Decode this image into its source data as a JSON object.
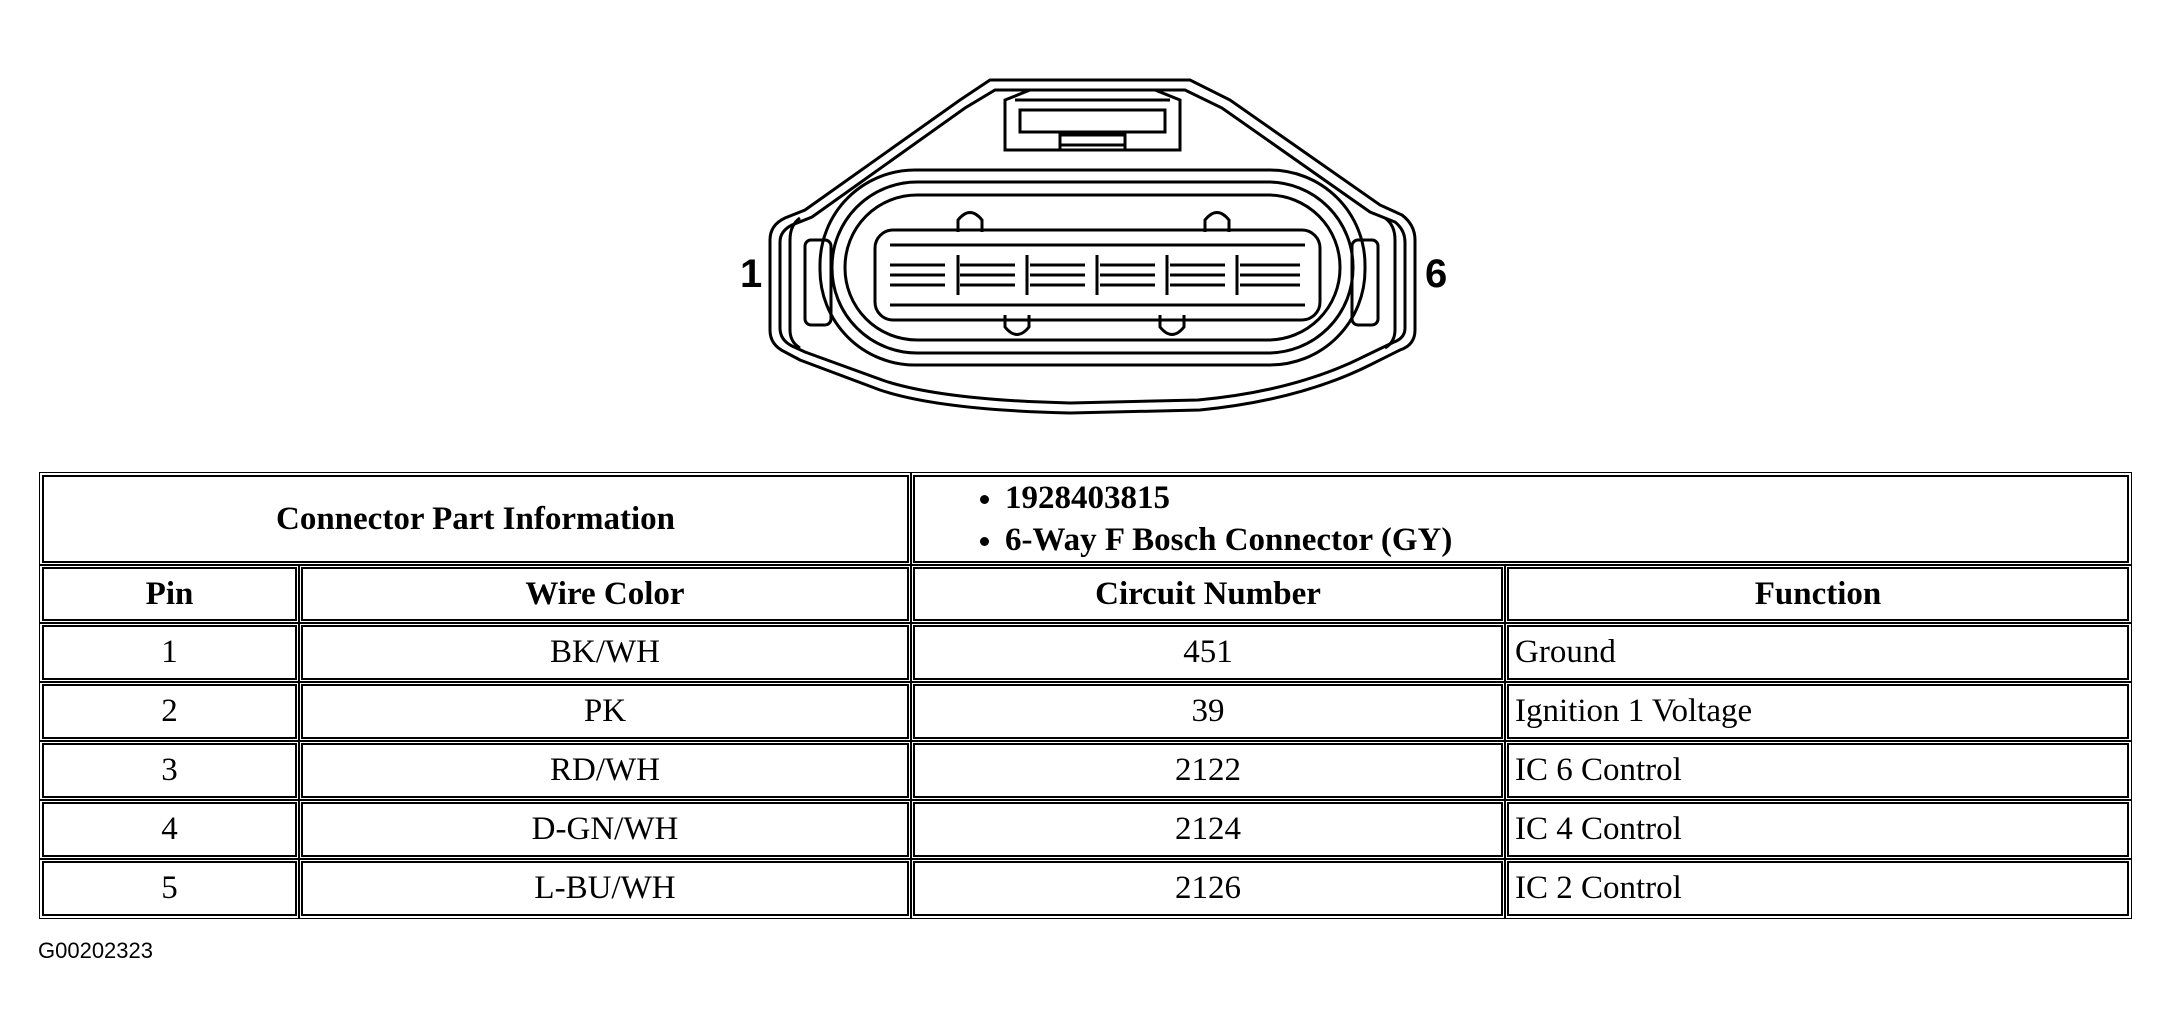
{
  "diagram": {
    "pin_left_label": "1",
    "pin_right_label": "6"
  },
  "table": {
    "info_label": "Connector Part Information",
    "info_items": [
      "1928403815",
      "6-Way F Bosch Connector (GY)"
    ],
    "headers": {
      "pin": "Pin",
      "wire_color": "Wire Color",
      "circuit_number": "Circuit Number",
      "function": "Function"
    },
    "rows": [
      {
        "pin": "1",
        "wire_color": "BK/WH",
        "circuit": "451",
        "function": "Ground"
      },
      {
        "pin": "2",
        "wire_color": "PK",
        "circuit": "39",
        "function": "Ignition 1 Voltage"
      },
      {
        "pin": "3",
        "wire_color": "RD/WH",
        "circuit": "2122",
        "function": "IC 6 Control"
      },
      {
        "pin": "4",
        "wire_color": "D-GN/WH",
        "circuit": "2124",
        "function": "IC 4 Control"
      },
      {
        "pin": "5",
        "wire_color": "L-BU/WH",
        "circuit": "2126",
        "function": "IC 2 Control"
      }
    ]
  },
  "figure_id": "G00202323"
}
